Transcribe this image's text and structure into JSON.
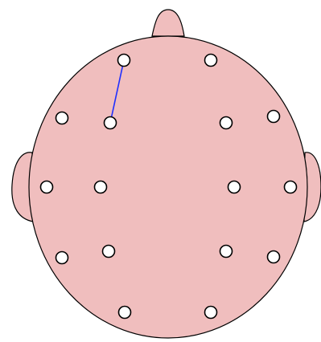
{
  "colors": {
    "background": "#ffffff",
    "scalp_fill": "#f0bebe",
    "outline": "#000000",
    "electrode_fill": "#ffffff",
    "connection": "#1f2fff"
  },
  "electrodes": [
    {
      "id": "front-left"
    },
    {
      "id": "front-right"
    },
    {
      "id": "upper-far-left"
    },
    {
      "id": "upper-mid-left"
    },
    {
      "id": "upper-mid-right"
    },
    {
      "id": "upper-far-right"
    },
    {
      "id": "middle-far-left"
    },
    {
      "id": "middle-mid-left"
    },
    {
      "id": "middle-mid-right"
    },
    {
      "id": "middle-far-right"
    },
    {
      "id": "lower-far-left"
    },
    {
      "id": "lower-mid-left"
    },
    {
      "id": "lower-mid-right"
    },
    {
      "id": "lower-far-right"
    },
    {
      "id": "back-left"
    },
    {
      "id": "back-right"
    }
  ],
  "connections": [
    {
      "from": "front-left",
      "to": "upper-mid-left"
    }
  ]
}
